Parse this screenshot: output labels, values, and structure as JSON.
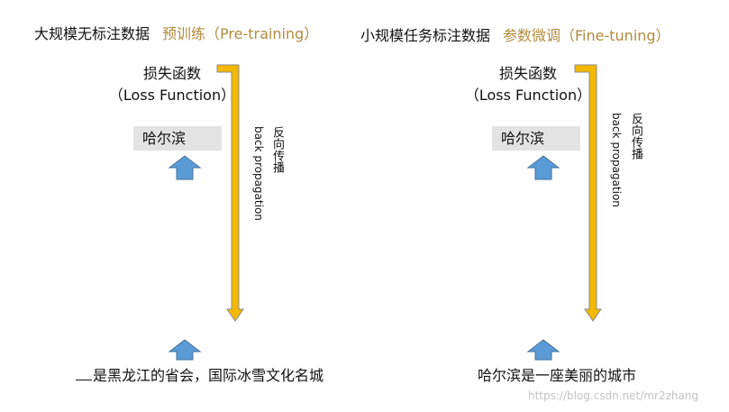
{
  "panels": [
    {
      "title_main": "大规模无标注数据",
      "title_stage": "预训练（Pre-training）",
      "loss_line1": "损失函数",
      "loss_line2": "（Loss Function）",
      "word_box": "哈尔滨",
      "bp_cn": "反向传播",
      "bp_en": "back propagation",
      "sentence_prefix": "",
      "sentence": "是黑龙江的省会，国际冰雪文化名城"
    },
    {
      "title_main": "小规模任务标注数据",
      "title_stage": "参数微调（Fine-tuning）",
      "loss_line1": "损失函数",
      "loss_line2": "（Loss Function）",
      "word_box": "哈尔滨",
      "bp_cn": "反向传播",
      "bp_en": "back propagation",
      "sentence": "哈尔滨是一座美丽的城市"
    }
  ],
  "colors": {
    "stage_text": "#b38a3c",
    "bp_arrow_fill": "#f5b800",
    "bp_arrow_stroke": "#8a8a8a",
    "up_arrow_fill": "#5b9bd5",
    "up_arrow_stroke": "#41719c",
    "word_box_bg": "#e3e3e3"
  },
  "watermark": "https://blog.csdn.net/mr2zhang"
}
